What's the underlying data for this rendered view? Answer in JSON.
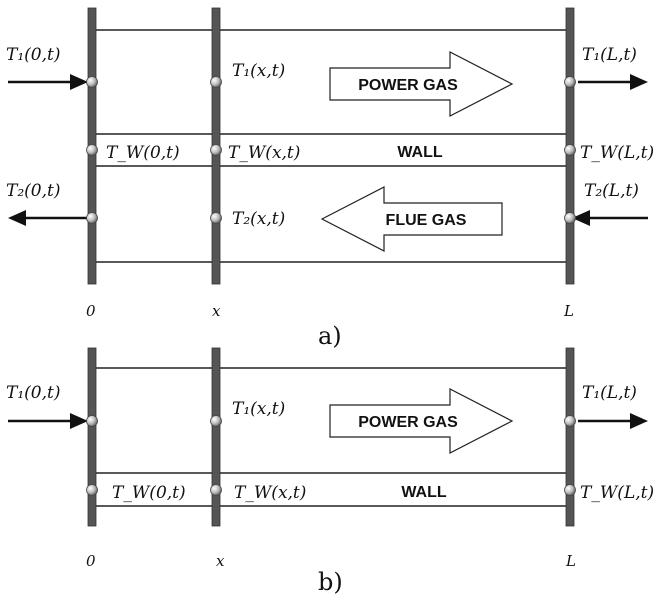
{
  "diagram_a": {
    "caption": "a)",
    "axis": {
      "zero": "0",
      "x": "x",
      "L": "L"
    },
    "labels": {
      "t1_0": "T₁(0,t)",
      "t1_x": "T₁(x,t)",
      "t1_L": "T₁(L,t)",
      "tw_0": "T_W(0,t)",
      "tw_x": "T_W(x,t)",
      "tw_L": "T_W(L,t)",
      "t2_0": "T₂(0,t)",
      "t2_x": "T₂(x,t)",
      "t2_L": "T₂(L,t)"
    },
    "bands": {
      "power_gas": "POWER GAS",
      "wall": "WALL",
      "flue_gas": "FLUE GAS"
    }
  },
  "diagram_b": {
    "caption": "b)",
    "axis": {
      "zero": "0",
      "x": "x",
      "L": "L"
    },
    "labels": {
      "t1_0": "T₁(0,t)",
      "t1_x": "T₁(x,t)",
      "t1_L": "T₁(L,t)",
      "tw_0": "T_W(0,t)",
      "tw_x": "T_W(x,t)",
      "tw_L": "T_W(L,t)"
    },
    "bands": {
      "power_gas": "POWER GAS",
      "wall": "WALL"
    }
  },
  "colors": {
    "line": "#222222",
    "node": "#b8b8b8",
    "post": "#555555"
  }
}
